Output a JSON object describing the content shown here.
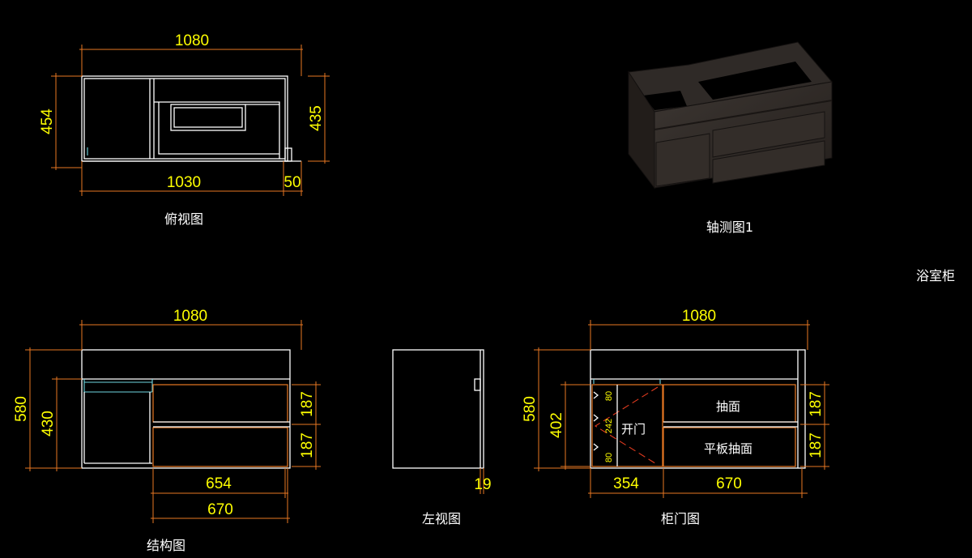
{
  "views": {
    "top": {
      "caption": "俯视图",
      "dims": {
        "width_top": "1080",
        "depth_left": "454",
        "depth_right": "435",
        "width_bottom": "1030",
        "overhang": "50"
      }
    },
    "iso": {
      "caption": "轴测图1"
    },
    "title": "浴室柜",
    "structure": {
      "caption": "结构图",
      "dims": {
        "width_top": "1080",
        "height_outer": "580",
        "height_inner": "430",
        "drawer_upper": "187",
        "drawer_lower": "187",
        "front_width": "654",
        "drawer_width": "670"
      }
    },
    "left": {
      "caption": "左视图",
      "dims": {
        "thickness": "19"
      }
    },
    "door": {
      "caption": "柜门图",
      "dims": {
        "width_top": "1080",
        "height_outer": "580",
        "door_height": "402",
        "gap_top": "80",
        "mid": "242",
        "gap_bottom": "80",
        "drawer_upper": "187",
        "drawer_lower": "187",
        "door_width": "354",
        "drawer_width": "670"
      },
      "labels": {
        "door": "开门",
        "drawer_upper": "抽面",
        "drawer_lower": "平板抽面"
      }
    }
  }
}
